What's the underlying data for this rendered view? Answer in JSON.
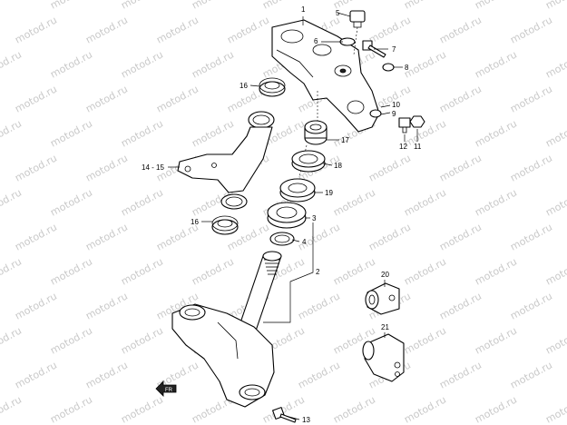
{
  "watermark": "motod.ru",
  "callouts": {
    "c1": "1",
    "c2": "2",
    "c3": "3",
    "c4": "4",
    "c5": "5",
    "c6": "6",
    "c7": "7",
    "c8": "8",
    "c9": "9",
    "c10": "10",
    "c11": "11",
    "c12": "12",
    "c13": "13",
    "c14_15": "14 - 15",
    "c16a": "16",
    "c16b": "16",
    "c17": "17",
    "c18": "18",
    "c19": "19",
    "c20": "20",
    "c21": "21"
  },
  "front_marker": "FR"
}
